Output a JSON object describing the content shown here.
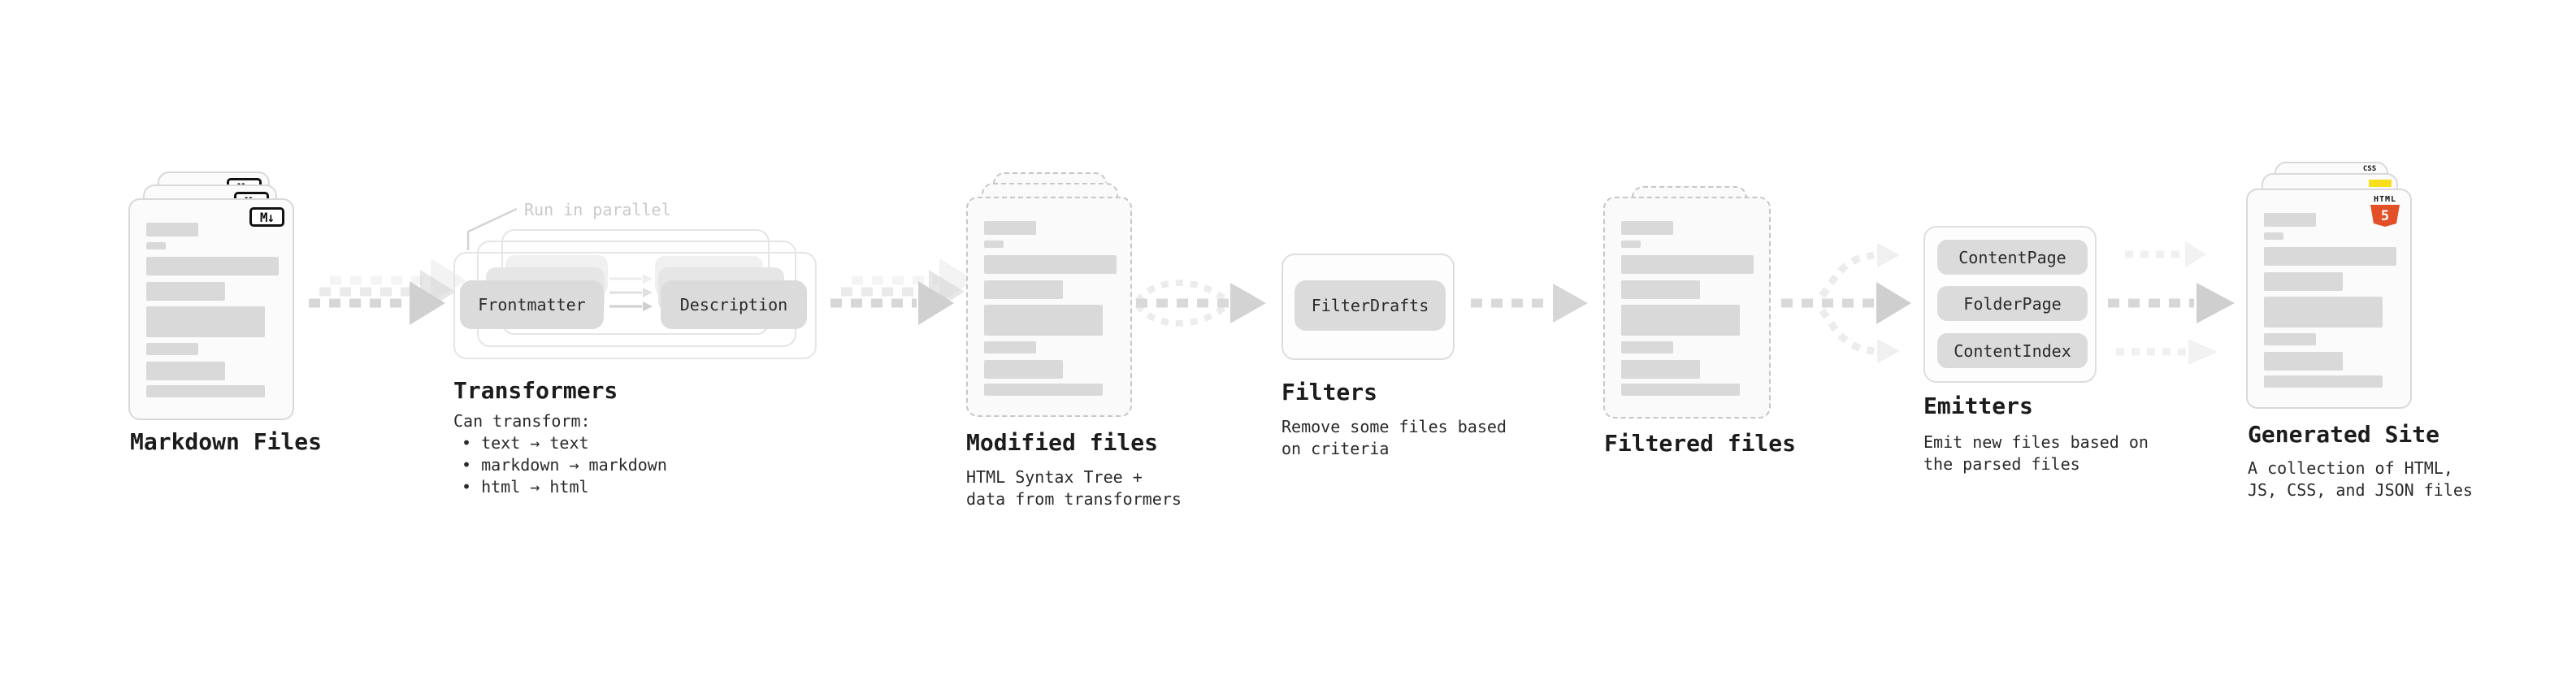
{
  "stages": {
    "markdown_files": {
      "label": "Markdown Files",
      "badge": "M↓"
    },
    "transformers": {
      "label": "Transformers",
      "annotation": "Run in parallel",
      "chips": {
        "frontmatter": "Frontmatter",
        "description": "Description"
      },
      "desc": {
        "intro": "Can transform:",
        "bullet1": "• text → text",
        "bullet2": "• markdown → markdown",
        "bullet3": "• html → html"
      }
    },
    "modified_files": {
      "label": "Modified files",
      "desc1": "HTML Syntax Tree +",
      "desc2": "data from transformers"
    },
    "filters": {
      "label": "Filters",
      "chip": "FilterDrafts",
      "desc1": "Remove some files based",
      "desc2": "on criteria"
    },
    "filtered_files": {
      "label": "Filtered files"
    },
    "emitters": {
      "label": "Emitters",
      "chip1": "ContentPage",
      "chip2": "FolderPage",
      "chip3": "ContentIndex",
      "desc1": "Emit new files based on",
      "desc2": "the parsed files"
    },
    "generated_site": {
      "label": "Generated Site",
      "desc1": "A collection of HTML,",
      "desc2": "JS, CSS, and JSON files",
      "badges": {
        "css_text": "CSS",
        "html_text": "HTML",
        "html_number": "5"
      }
    }
  },
  "colors": {
    "css_badge_blue": "#2965f1",
    "js_badge_yellow": "#f7df1e",
    "html5_orange": "#e34f26",
    "card_bar_gray": "#d9d9d9",
    "arrow_gray": "#d6d6d6",
    "annotation_gray": "#c9c9c9"
  }
}
